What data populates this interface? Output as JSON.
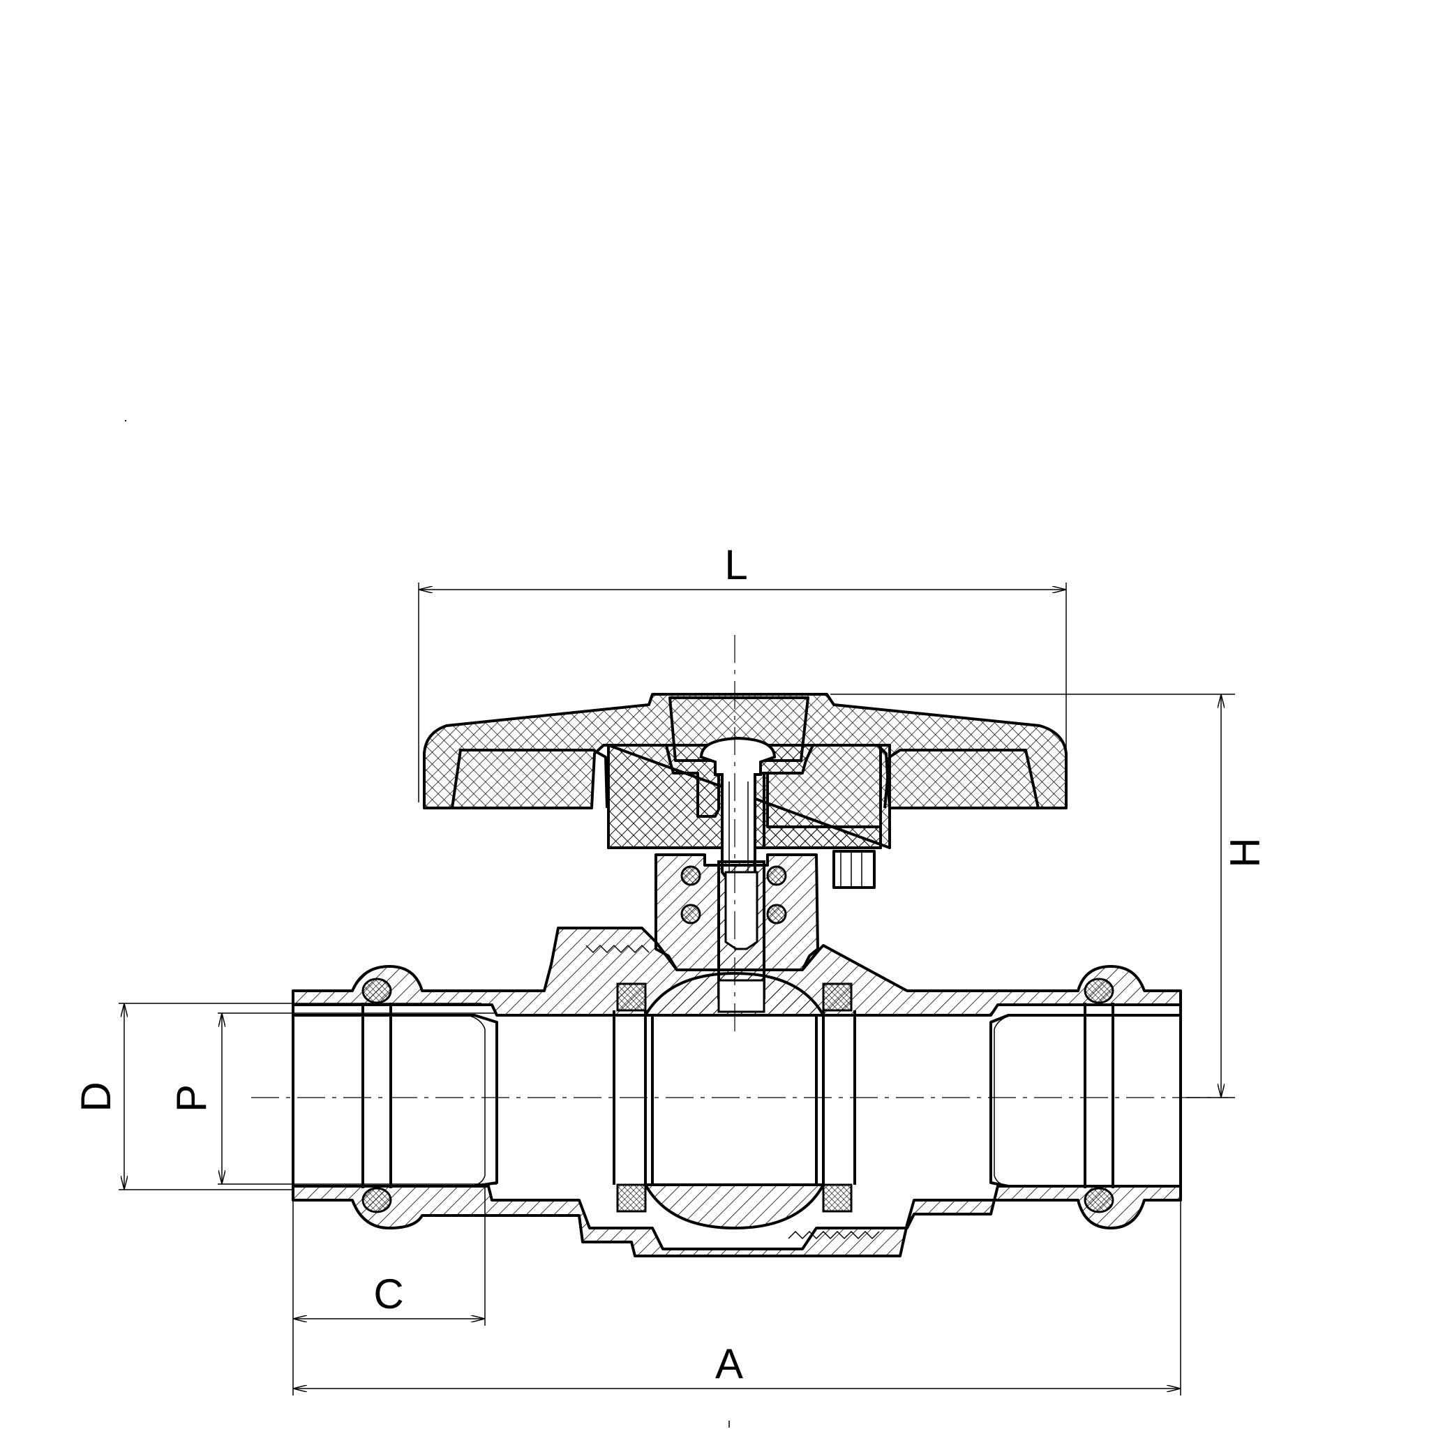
{
  "drawing": {
    "subject": "ball-valve-press-fitting-section",
    "dimension_labels": {
      "L": "L",
      "H": "H",
      "D": "D",
      "P": "P",
      "C": "C",
      "A": "A"
    }
  }
}
